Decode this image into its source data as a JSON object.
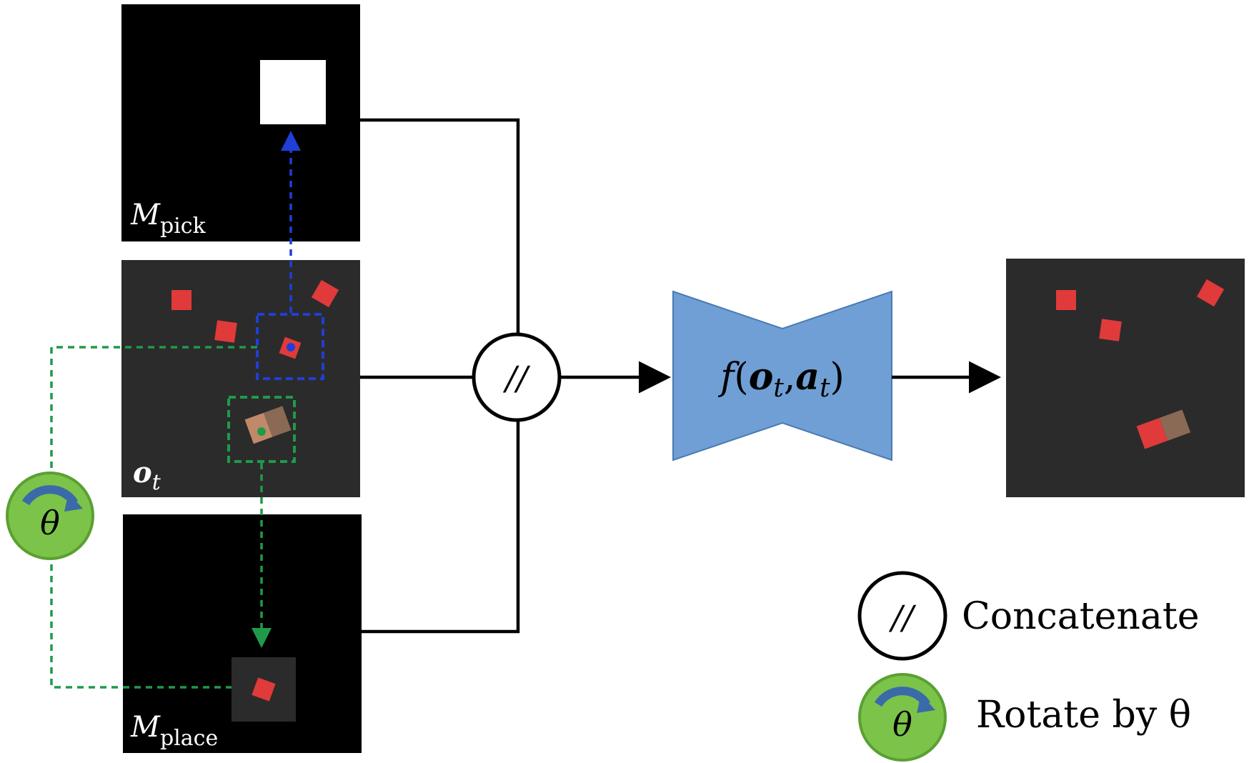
{
  "panels": {
    "pick_mask": {
      "label_main": "M",
      "label_sub": "pick"
    },
    "observation": {
      "label_main": "o",
      "label_sub": "t"
    },
    "place_mask": {
      "label_main": "M",
      "label_sub": "place"
    },
    "result": {}
  },
  "concat_symbol": "//",
  "model": {
    "text_f": "f",
    "text_open": "(",
    "text_o": "o",
    "text_t1": "t",
    "text_comma": ",",
    "text_a": "a",
    "text_t2": "t",
    "text_close": ")"
  },
  "rotate_symbol": "θ",
  "legend": {
    "concat_symbol": "//",
    "concat_label": "Concatenate",
    "rotate_symbol": "θ",
    "rotate_label": "Rotate by θ"
  },
  "colors": {
    "mask_bg": "#000000",
    "scene_bg": "#2b2b2b",
    "block_red": "#e03a3a",
    "block_brown": "#8a6a55",
    "pick_blue": "#1f3fd6",
    "place_green": "#1f9a4a",
    "model_fill": "#6f9fd4",
    "rotate_fill": "#7cc34a",
    "rotate_arrow": "#3b6aa8"
  }
}
